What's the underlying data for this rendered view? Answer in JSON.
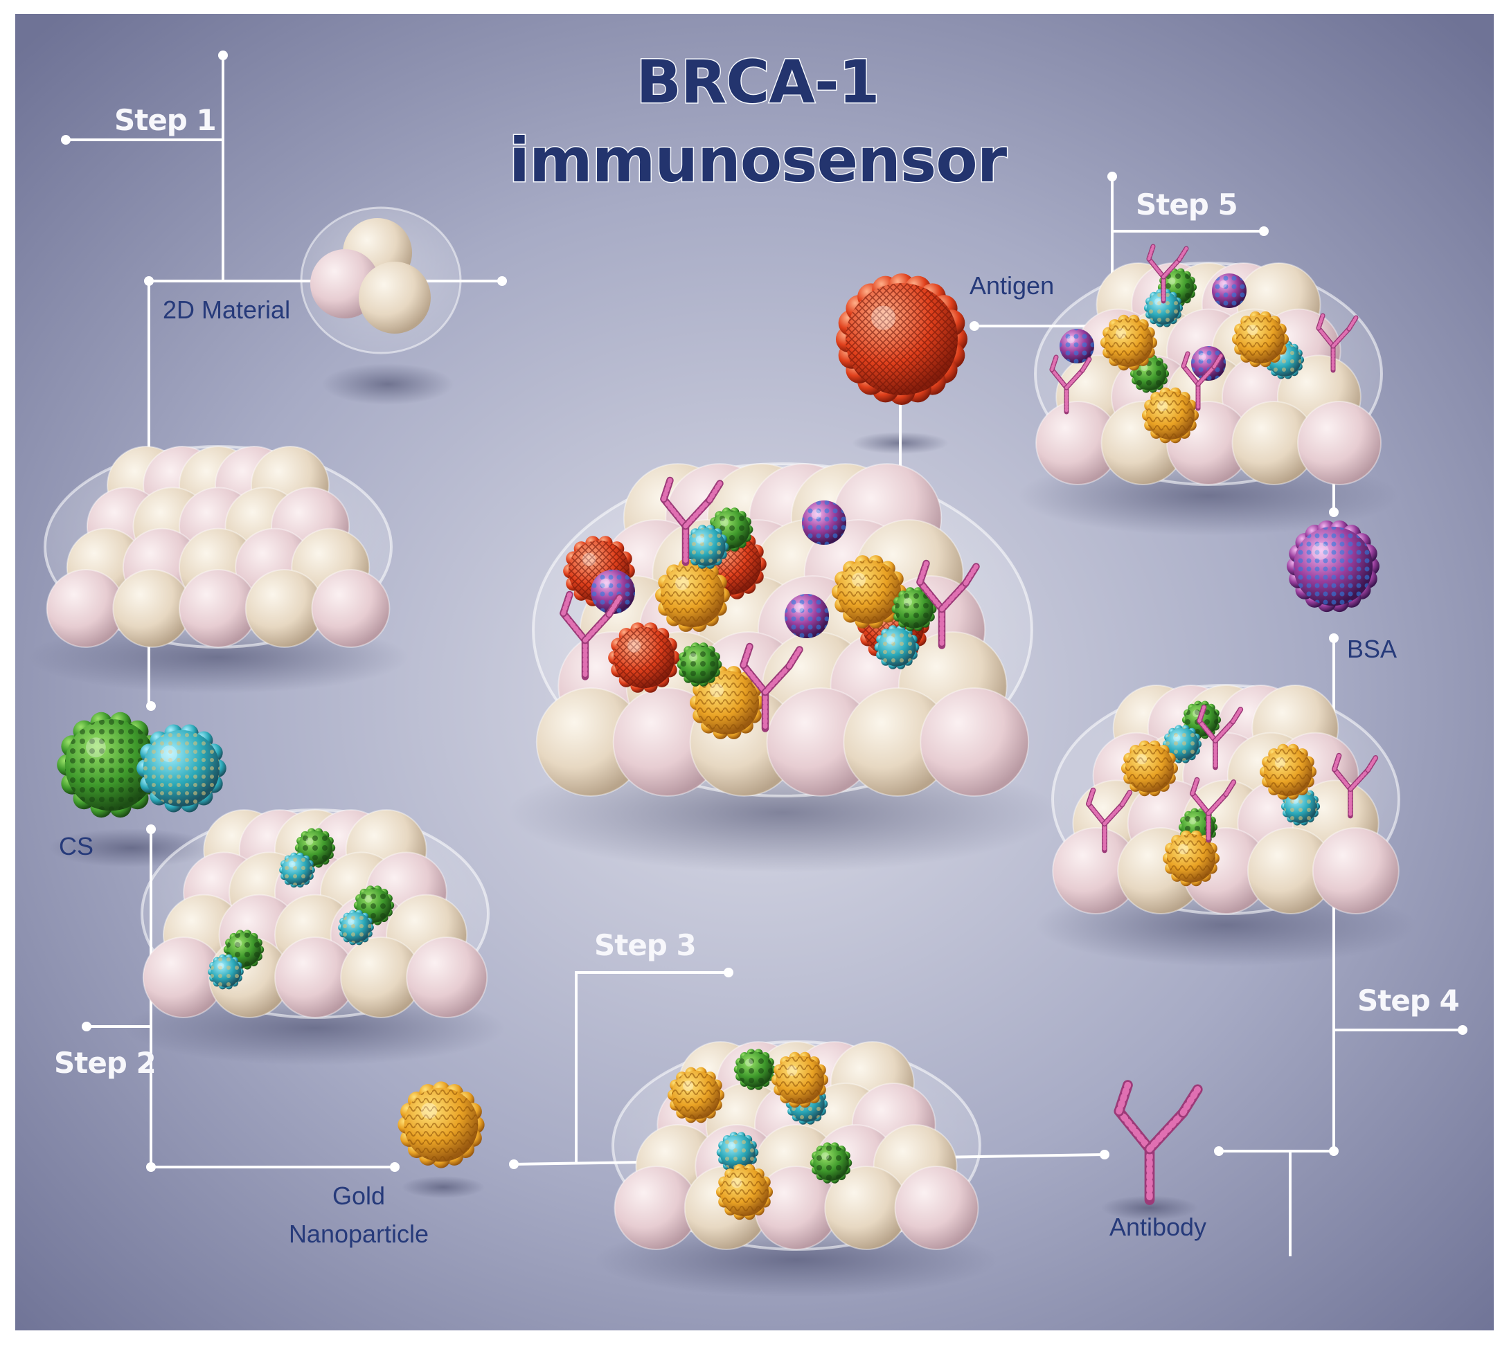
{
  "title": {
    "line1": "BRCA-1",
    "line2": "immunosensor"
  },
  "steps": {
    "step1": "Step 1",
    "step2": "Step 2",
    "step3": "Step 3",
    "step4": "Step 4",
    "step5": "Step  5"
  },
  "labels": {
    "material": "2D Material",
    "cs": "CS",
    "gold_line1": "Gold",
    "gold_line2": "Nanoparticle",
    "antibody": "Antibody",
    "bsa": "BSA",
    "antigen": "Antigen"
  },
  "colors": {
    "background": "#9ea3be",
    "title": "#23346e",
    "label": "#263a7a",
    "connector": "#ffffff",
    "cs_particle": "#3f9a2c",
    "cs_shell": "#2aa8b8",
    "gold_nanoparticle": "#e9a224",
    "antibody": "#e070b2",
    "bsa": "#9a3f9e",
    "antigen": "#e0401c"
  }
}
